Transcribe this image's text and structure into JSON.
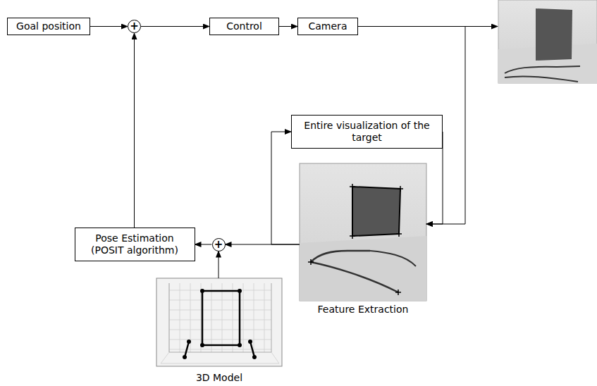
{
  "diagram": {
    "nodes": [
      {
        "text": [
          "Goal position"
        ]
      },
      {
        "text": [
          "+"
        ]
      },
      {
        "text": [
          "Control"
        ]
      },
      {
        "text": [
          "Camera"
        ]
      },
      {
        "text": [
          "Entire visualization of the target"
        ]
      },
      {
        "text": [
          "Pose Estimation (POSIT algorithm)"
        ]
      },
      {
        "text": [
          "+"
        ]
      },
      {
        "text": [
          "Feature Extraction"
        ]
      },
      {
        "text": [
          "3D Model"
        ]
      }
    ],
    "edges": [
      {
        "from": 0,
        "to": 1,
        "arrow": "to"
      },
      {
        "from": 1,
        "to": 2,
        "arrow": "to"
      },
      {
        "from": 2,
        "to": 3,
        "arrow": "to"
      },
      {
        "from": 3,
        "to": 7,
        "arrow": "to"
      },
      {
        "from": 7,
        "to": 6,
        "arrow": "to"
      },
      {
        "from": 7,
        "to": 4,
        "arrow": "to"
      },
      {
        "from": 4,
        "to": 7,
        "arrow": "to"
      },
      {
        "from": 8,
        "to": 6,
        "arrow": "to"
      },
      {
        "from": 6,
        "to": 5,
        "arrow": "to"
      },
      {
        "from": 5,
        "to": 1,
        "arrow": "to"
      }
    ]
  }
}
